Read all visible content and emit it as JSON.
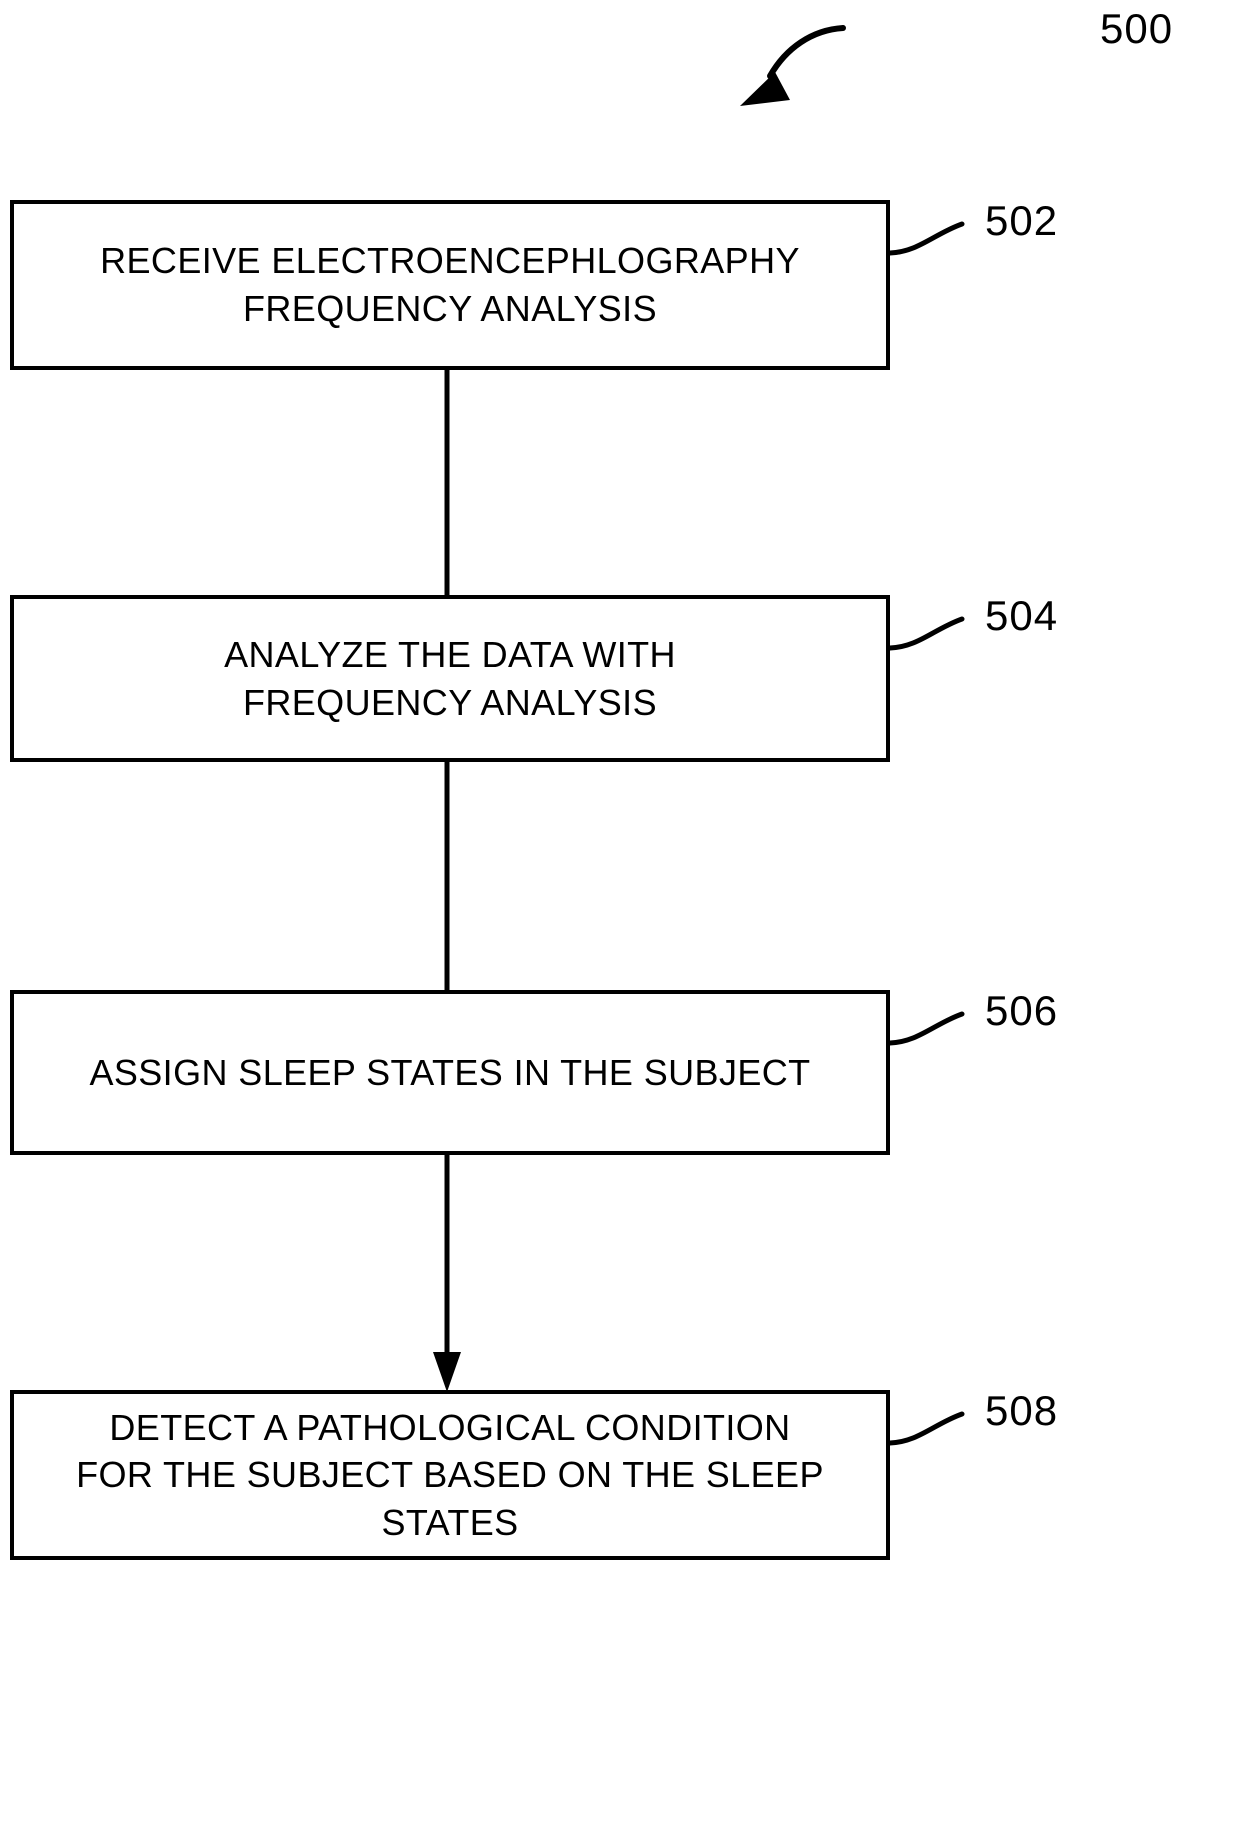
{
  "figure": {
    "label": "500",
    "type": "patent-flowchart",
    "orientation": "vertical-top-to-bottom",
    "background_color": "#ffffff",
    "line_color": "#000000"
  },
  "steps": [
    {
      "ref": "502",
      "text": "RECEIVE ELECTROENCEPHLOGRAPHY\nFREQUENCY ANALYSIS",
      "lines": [
        "RECEIVE ELECTROENCEPHLOGRAPHY",
        "FREQUENCY ANALYSIS"
      ]
    },
    {
      "ref": "504",
      "text": "ANALYZE THE DATA WITH\nFREQUENCY ANALYSIS",
      "lines": [
        "ANALYZE THE DATA WITH",
        "FREQUENCY ANALYSIS"
      ]
    },
    {
      "ref": "506",
      "text": "ASSIGN SLEEP STATES IN THE SUBJECT",
      "lines": [
        "ASSIGN SLEEP STATES IN THE SUBJECT"
      ]
    },
    {
      "ref": "508",
      "text": "DETECT A PATHOLOGICAL CONDITION\nFOR  THE SUBJECT BASED ON THE SLEEP STATES",
      "lines": [
        "DETECT A PATHOLOGICAL CONDITION",
        "FOR  THE SUBJECT BASED ON THE SLEEP STATES"
      ]
    }
  ],
  "connectors": [
    {
      "from": "502",
      "to": "504",
      "style": "solid-arrow-down"
    },
    {
      "from": "504",
      "to": "506",
      "style": "solid-arrow-down"
    },
    {
      "from": "506",
      "to": "508",
      "style": "solid-arrow-down"
    }
  ]
}
